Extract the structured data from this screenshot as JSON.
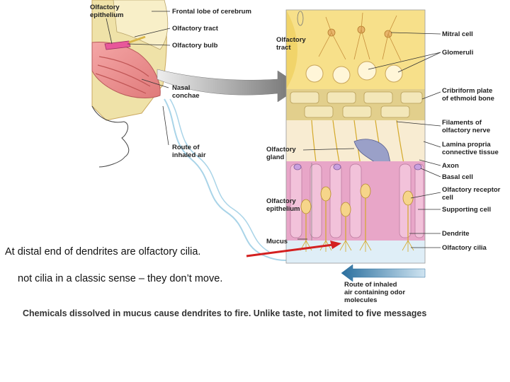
{
  "figure": {
    "labels_left": {
      "olfactory_epithelium": "Olfactory\nepithelium",
      "frontal_lobe": "Frontal lobe of cerebrum",
      "olfactory_tract": "Olfactory tract",
      "olfactory_bulb": "Olfactory bulb",
      "nasal_conchae": "Nasal\nconchae",
      "route_inhaled_air": "Route of\ninhaled air"
    },
    "labels_middle": {
      "olfactory_tract": "Olfactory\ntract",
      "olfactory_gland": "Olfactory\ngland",
      "olfactory_epithelium": "Olfactory\nepithelium",
      "mucus": "Mucus"
    },
    "labels_right": {
      "mitral_cell": "Mitral cell",
      "glomeruli": "Glomeruli",
      "cribriform_plate": "Cribriform plate\nof ethmoid bone",
      "filaments": "Filaments of\nolfactory nerve",
      "lamina_propria": "Lamina propria\nconnective tissue",
      "axon": "Axon",
      "basal_cell": "Basal cell",
      "receptor_cell": "Olfactory receptor\ncell",
      "supporting_cell": "Supporting cell",
      "dendrite": "Dendrite",
      "olfactory_cilia": "Olfactory cilia"
    },
    "route_bottom": "Route of inhaled\nair containing odor\nmolecules"
  },
  "captions": {
    "line1": "At distal end of dendrites are olfactory cilia.",
    "line2": "not cilia in a classic sense – they don’t move.",
    "line3": "Chemicals dissolved in mucus cause dendrites to fire.  Unlike taste, not limited to five messages"
  },
  "colors": {
    "pointer_arrow": "#d32020",
    "air_arrow": "#3a86b4",
    "bulb_yellow": "#f7e08a",
    "epithelium_pink": "#e8a6c8",
    "bone": "#e2cf8c"
  }
}
